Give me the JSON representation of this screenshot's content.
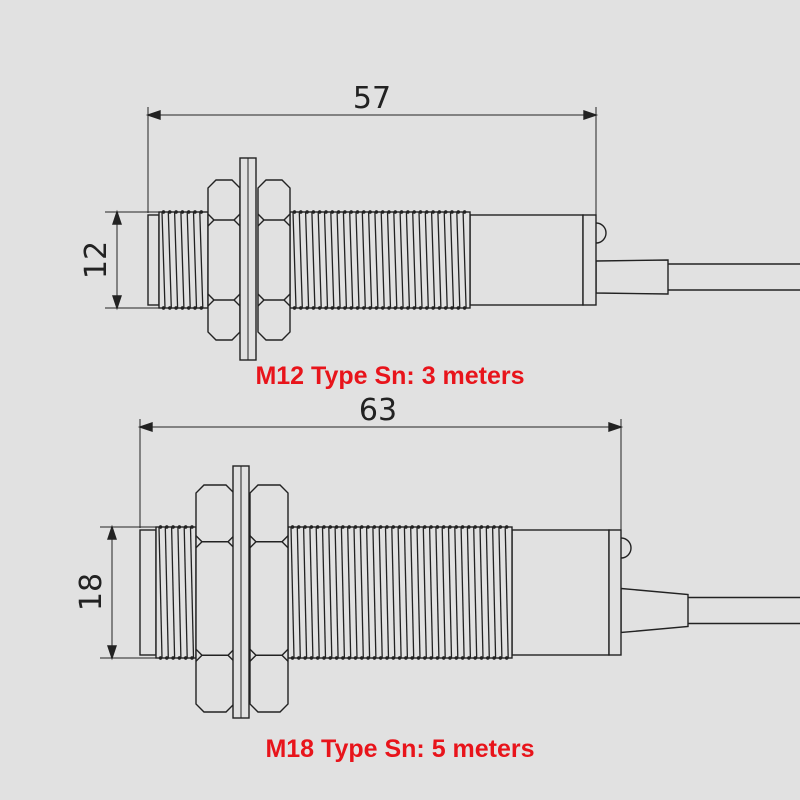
{
  "sensors": [
    {
      "length_label": "57",
      "diameter_label": "12",
      "caption": "M12 Type Sn: 3 meters"
    },
    {
      "length_label": "63",
      "diameter_label": "18",
      "caption": "M18 Type Sn: 5 meters"
    }
  ],
  "colors": {
    "caption": "#e8141b",
    "line": "#222222",
    "background": "#e1e1e1"
  }
}
